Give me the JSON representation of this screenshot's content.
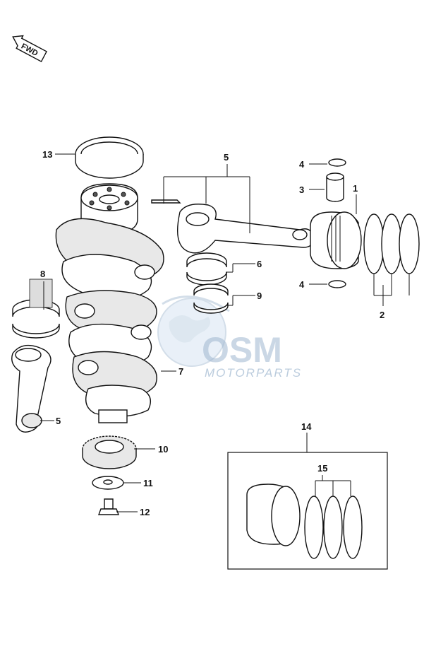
{
  "direction_label": "FWD",
  "callouts": {
    "n1": "1",
    "n2": "2",
    "n3": "3",
    "n4a": "4",
    "n4b": "4",
    "n5a": "5",
    "n5b": "5",
    "n6": "6",
    "n7": "7",
    "n8": "8",
    "n9": "9",
    "n10": "10",
    "n11": "11",
    "n12": "12",
    "n13": "13",
    "n14": "14",
    "n15": "15"
  },
  "watermark": {
    "logo": "OSM",
    "subtitle": "MOTORPARTS"
  }
}
